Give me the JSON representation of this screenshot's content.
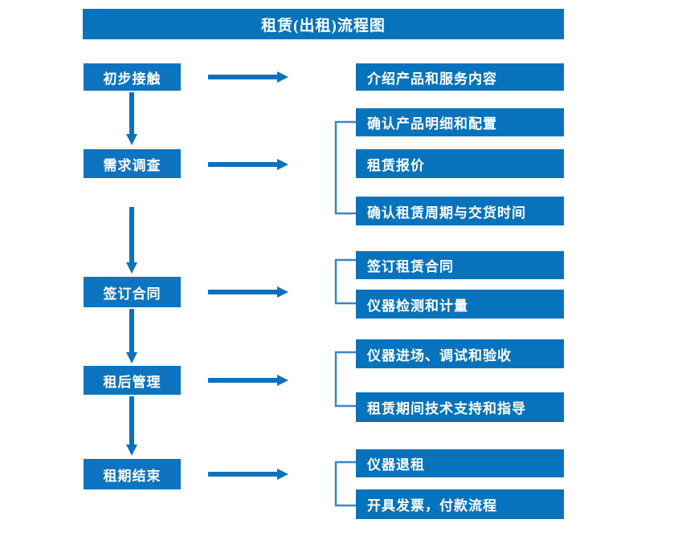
{
  "title": "租赁(出租)流程图",
  "colors": {
    "primary_blue": "#0873BD",
    "stage_blue": "#0E74C0",
    "arrow_blue": "#0C72BD",
    "bracket_blue": "#3A86C8",
    "text": "#ffffff",
    "background": "#ffffff"
  },
  "stages": [
    {
      "label": "初步接触"
    },
    {
      "label": "需求调查"
    },
    {
      "label": "签订合同"
    },
    {
      "label": "租后管理"
    },
    {
      "label": "租期结束"
    }
  ],
  "detail_groups": [
    {
      "stage": "初步接触",
      "bracketed": false,
      "items": [
        {
          "label": "介绍产品和服务内容"
        }
      ]
    },
    {
      "stage": "需求调查",
      "bracketed": true,
      "items": [
        {
          "label": "确认产品明细和配置"
        },
        {
          "label": "租赁报价"
        },
        {
          "label": "确认租赁周期与交货时间"
        }
      ]
    },
    {
      "stage": "签订合同",
      "bracketed": true,
      "items": [
        {
          "label": "签订租赁合同"
        },
        {
          "label": "仪器检测和计量"
        }
      ]
    },
    {
      "stage": "租后管理",
      "bracketed": true,
      "items": [
        {
          "label": "仪器进场、调试和验收"
        },
        {
          "label": "租赁期间技术支持和指导"
        }
      ]
    },
    {
      "stage": "租期结束",
      "bracketed": true,
      "items": [
        {
          "label": "仪器退租"
        },
        {
          "label": "开具发票，付款流程"
        }
      ]
    }
  ],
  "connectors": {
    "vertical_arrow_count": 4,
    "horizontal_arrow_count": 5,
    "bracket_count": 4
  }
}
